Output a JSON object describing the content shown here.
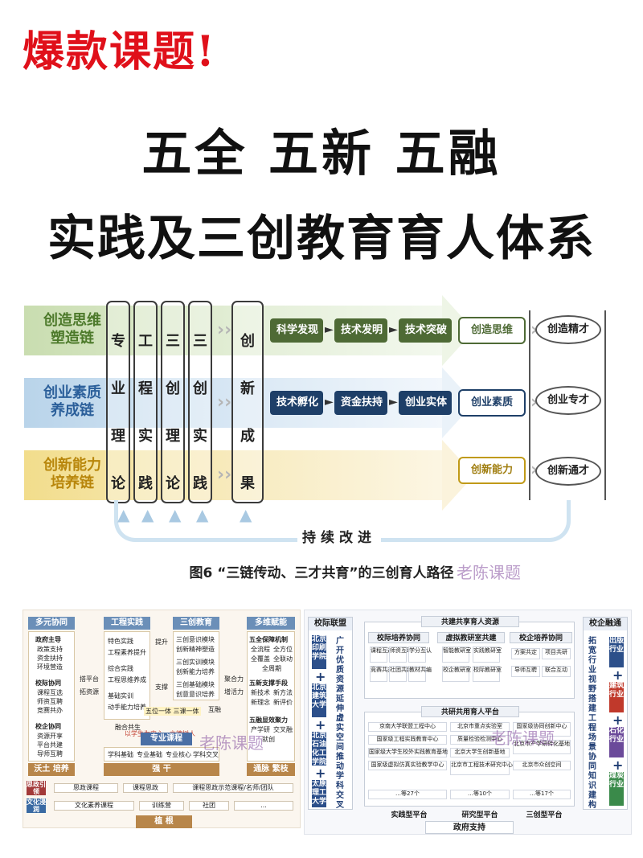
{
  "header": {
    "hot_label": "爆款课题!",
    "title_line1": "五全 五新 五融",
    "title_line2": "实践及三创教育育人体系"
  },
  "fig6": {
    "chains": [
      "创造思维\n塑造链",
      "创业素质\n养成链",
      "创新能力\n培养链"
    ],
    "pillars": [
      [
        "专",
        "业",
        "理",
        "论"
      ],
      [
        "工",
        "程",
        "实",
        "践"
      ],
      [
        "三",
        "创",
        "理",
        "论"
      ],
      [
        "三",
        "创",
        "实",
        "践"
      ]
    ],
    "result_pillar": [
      "创",
      "新",
      "成",
      "果"
    ],
    "row1_steps": [
      "科学发现",
      "技术发明",
      "技术突破"
    ],
    "row2_steps": [
      "技术孵化",
      "资金扶持",
      "创业实体"
    ],
    "outcomes": [
      "创造思维",
      "创业素质",
      "创新能力"
    ],
    "talents": [
      "创造精才",
      "创业专才",
      "创新通才"
    ],
    "loop_label": "持续改进",
    "caption": "图6 “三链传动、三才共育”的三创育人路径",
    "watermark": "老陈课题",
    "colors": {
      "green": "#4e6a35",
      "blue": "#1e3f68",
      "gold": "#c09a18"
    }
  },
  "left_diagram": {
    "col1_head": "多元协同",
    "col1_groups": [
      {
        "title": "政府主导",
        "items": [
          "政策支持",
          "资金扶持",
          "环境营造"
        ]
      },
      {
        "title": "校际协同",
        "items": [
          "课程互选",
          "师资互聘",
          "竞赛共办"
        ]
      },
      {
        "title": "校企协同",
        "items": [
          "资源开享",
          "平台共建",
          "导师互聘"
        ]
      }
    ],
    "col1_foot": "沃土 培养",
    "mid_labels": [
      "搭平台",
      "拓资源"
    ],
    "col2_head": "工程实践",
    "col2_items": [
      "特色实践",
      "工程素养提升",
      "综合实践",
      "工程思维养成",
      "基础实训",
      "动手能力培养"
    ],
    "col2_bottom": "融合共生",
    "col3_head": "三创教育",
    "col3_items": [
      "三创意识模块",
      "创新精神塑造",
      "三创实训模块",
      "创新能力培养",
      "三创基础模块",
      "创意意识培养"
    ],
    "centre_labels": [
      "提升",
      "支撑",
      "互融"
    ],
    "centre_core": "以学生为中心，立德树人",
    "core_box": "五位一体 三课一体",
    "professional_head": "专业课程",
    "professional_items": [
      "学科基础",
      "专业基础",
      "专业核心",
      "学科交叉"
    ],
    "professional_foot": "强 干",
    "col4_head": "多维赋能",
    "col4_groups": [
      {
        "title": "五全保障机制",
        "items": [
          "全流程",
          "全方位",
          "全覆盖",
          "全联动",
          "全周期"
        ]
      },
      {
        "title": "五新支撑手段",
        "items": [
          "新技术",
          "新方法",
          "新理念",
          "新评价"
        ]
      },
      {
        "title": "五融显效聚力",
        "items": [
          "产学研",
          "交叉融",
          "就创"
        ]
      }
    ],
    "col4_foot": "通脉 繁枝",
    "right_labels": [
      "聚合力",
      "增活力"
    ],
    "strips": [
      {
        "label": "思政引领",
        "items": [
          "思政课程",
          "课程思政",
          "课程思政示范课程/名师/团队"
        ]
      },
      {
        "label": "文化浸润",
        "items": [
          "文化素养课程",
          "训练营",
          "社团",
          "..."
        ]
      }
    ],
    "root_label": "植 根",
    "watermark": "老陈课题"
  },
  "right_diagram": {
    "left_head": "校际联盟",
    "left_schools": [
      "北京印刷学院",
      "北京建筑大学",
      "北京石油化工学院",
      "太原理工大学"
    ],
    "left_vertical": "广开优质资源 延伸虚实空间 推动学科交叉",
    "right_head": "校企融通",
    "right_industries": [
      "出版行业",
      "建筑行业",
      "石化行业",
      "煤炭行业"
    ],
    "right_vertical": "拓宽行业视野 搭建工程场景 协同知识建构",
    "top_title": "共建共享育人资源",
    "sub1_title": "校际培养协同",
    "sub1_cells": [
      "课程互选",
      "师资互聘",
      "学分互认",
      "竞赛共办",
      "社团共建",
      "教材共编"
    ],
    "sub2_title": "虚拟教研室共建",
    "sub2_cells": [
      "智能教研室",
      "实践教研室",
      "校企教研室",
      "校际教研室"
    ],
    "sub3_title": "校企培养协同",
    "sub3_cells": [
      "方案共定",
      "项目共研",
      "导师互聘",
      "联合互动"
    ],
    "mid_title": "共研共用育人平台",
    "plat1_cells": [
      "京南大学联盟工程中心",
      "国家级工程实践教育中心",
      "国家级大学生校外实践教育基地",
      "国家级虚拟仿真实验教学中心",
      "…等27个"
    ],
    "plat2_cells": [
      "北京市重点实验室",
      "质量检验检测中心",
      "北京大学生创新基地",
      "北京市工程技术研究中心",
      "…等10个"
    ],
    "plat3_cells": [
      "国家级协同创新中心",
      "北京市产学研转化基地",
      "北京市众创空间",
      "…等17个"
    ],
    "platforms": [
      "实践型平台",
      "研究型平台",
      "三创型平台"
    ],
    "bottom": "政府支持",
    "watermark": "老陈课题"
  }
}
